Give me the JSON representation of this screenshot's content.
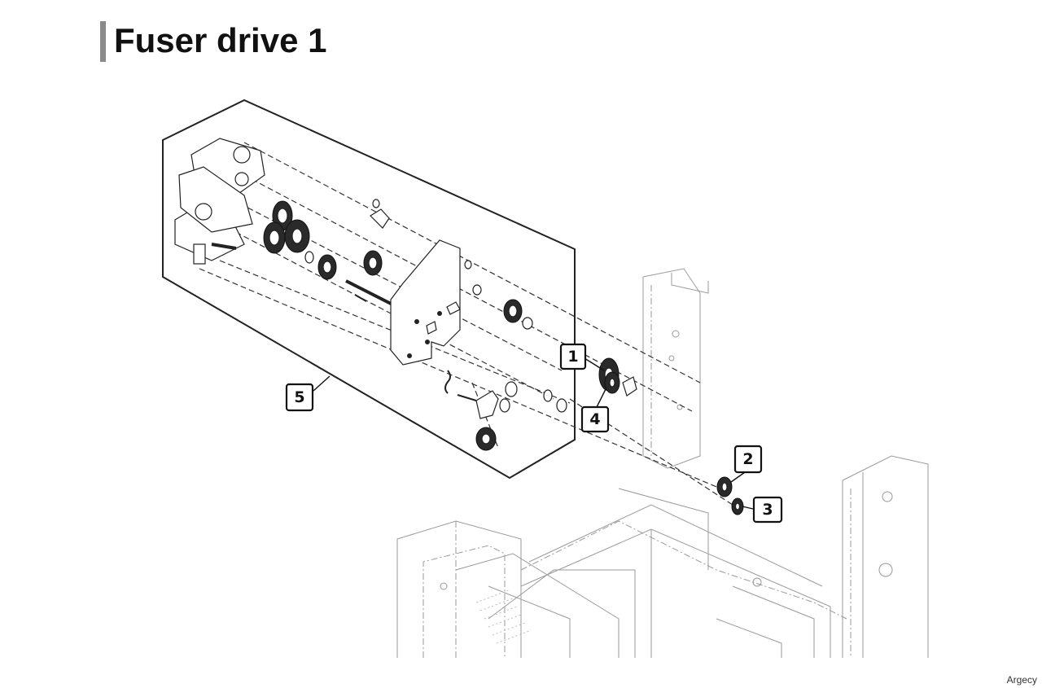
{
  "page": {
    "title": "Fuser drive 1",
    "watermark": "Argecy"
  },
  "callouts": [
    {
      "id": "1",
      "label": "1"
    },
    {
      "id": "2",
      "label": "2"
    },
    {
      "id": "3",
      "label": "3"
    },
    {
      "id": "4",
      "label": "4"
    },
    {
      "id": "5",
      "label": "5"
    }
  ]
}
